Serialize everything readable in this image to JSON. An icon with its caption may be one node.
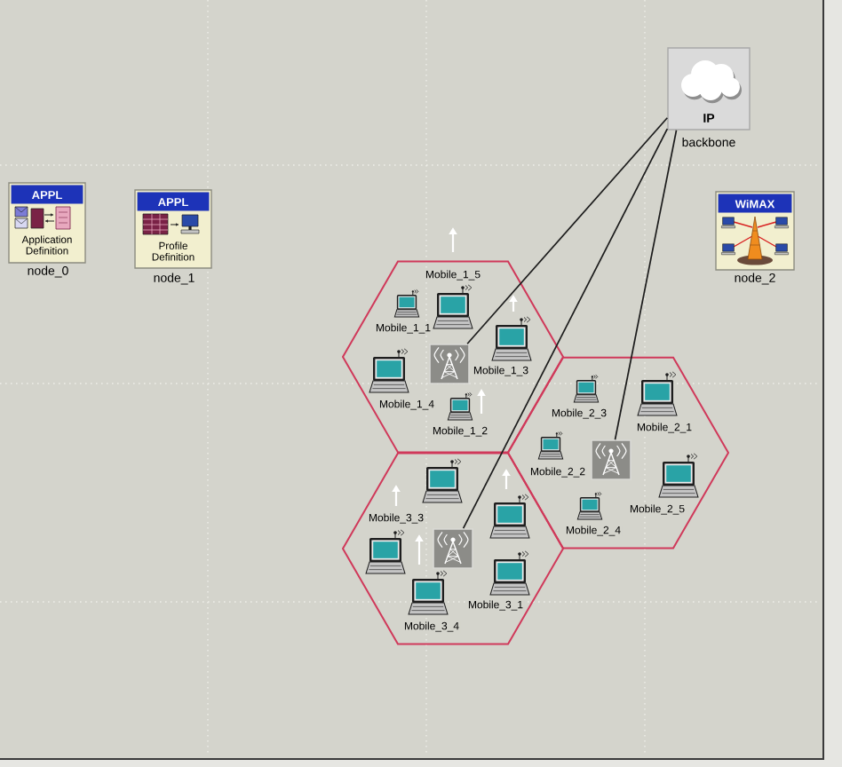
{
  "diagram": {
    "nodes": [
      {
        "text": [
          "APPL",
          "Application Definition"
        ],
        "beside": [
          "node_0"
        ]
      },
      {
        "text": [
          "APPL",
          "Profile Definition"
        ],
        "beside": [
          "node_1"
        ]
      },
      {
        "text": [
          "IP"
        ],
        "beside": [
          "backbone"
        ]
      },
      {
        "text": [
          "WiMAX"
        ],
        "beside": [
          "node_2"
        ]
      },
      {
        "text": [],
        "shape": "hexagon"
      },
      {
        "text": [
          "Mobile_1_5"
        ],
        "in": 4
      },
      {
        "text": [
          "Mobile_1_1"
        ],
        "in": 4
      },
      {
        "text": [
          "Mobile_1_3"
        ],
        "in": 4
      },
      {
        "text": [],
        "shape": "tower",
        "in": 4
      },
      {
        "text": [
          "Mobile_1_4"
        ],
        "in": 4
      },
      {
        "text": [
          "Mobile_1_2"
        ],
        "in": 4
      },
      {
        "text": [],
        "shape": "hexagon"
      },
      {
        "text": [
          "Mobile_2_1"
        ],
        "in": 11
      },
      {
        "text": [
          "Mobile_2_3"
        ],
        "in": 11
      },
      {
        "text": [
          "Mobile_2_2"
        ],
        "in": 11
      },
      {
        "text": [],
        "shape": "tower",
        "in": 11
      },
      {
        "text": [
          "Mobile_2_5"
        ],
        "in": 11
      },
      {
        "text": [
          "Mobile_2_4"
        ],
        "in": 11
      },
      {
        "text": [],
        "shape": "hexagon"
      },
      {
        "text": [],
        "shape": "laptop",
        "in": 18
      },
      {
        "text": [],
        "shape": "laptop",
        "in": 18
      },
      {
        "text": [
          "Mobile_3_3"
        ],
        "in": 18
      },
      {
        "text": [],
        "shape": "tower",
        "in": 18
      },
      {
        "text": [
          "Mobile_3_1"
        ],
        "in": 18
      },
      {
        "text": [
          "Mobile_3_4"
        ],
        "in": 18
      }
    ],
    "edges": [
      {
        "from": 2,
        "to": 8,
        "arrow": "none"
      },
      {
        "from": 2,
        "to": 15,
        "arrow": "none"
      },
      {
        "from": 2,
        "to": 22,
        "arrow": "none"
      }
    ]
  }
}
